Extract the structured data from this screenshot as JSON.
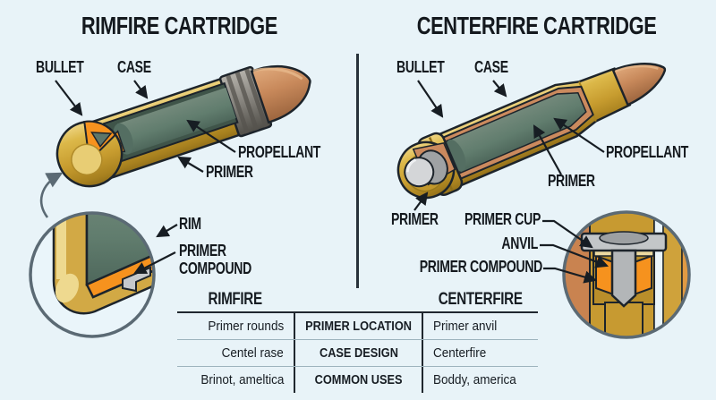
{
  "palette": {
    "background": "#e8f3f8",
    "ink": "#171d23",
    "brass": "#c79c2f",
    "brass_highlight": "#eed584",
    "copper_bullet": "#c8895b",
    "propellant_green": "#5f7a6c",
    "primer_orange": "#f6921e",
    "metal_gray": "#c3c6c8",
    "slate_line": "#5b6a74"
  },
  "left_panel": {
    "title": "RIMFIRE CARTRIDGE",
    "labels": {
      "bullet": "BULLET",
      "case": "CASE",
      "propellant": "PROPELLANT",
      "primer": "PRIMER",
      "rim": "RIM",
      "primer_compound": "PRIMER COMPOUND"
    }
  },
  "right_panel": {
    "title": "CENTERFIRE CARTRIDGE",
    "labels": {
      "bullet": "BULLET",
      "case": "CASE",
      "propellant": "PROPELLANT",
      "primer": "PRIMER",
      "primer_base": "PRIMER",
      "primer_cup": "PRIMER CUP",
      "anvil": "ANVIL",
      "primer_compound": "PRIMER COMPOUND"
    }
  },
  "comparison_table": {
    "headers": {
      "rimfire": "RIMFIRE",
      "centerfire": "CENTERFIRE"
    },
    "rows": [
      {
        "rimfire": "Primer rounds",
        "attribute": "PRIMER LOCATION",
        "centerfire": "Primer anvil"
      },
      {
        "rimfire": "Centel rase",
        "attribute": "CASE DESIGN",
        "centerfire": "Centerfire"
      },
      {
        "rimfire": "Brinot, ameltica",
        "attribute": "COMMON USES",
        "centerfire": "Boddy, america"
      }
    ]
  }
}
